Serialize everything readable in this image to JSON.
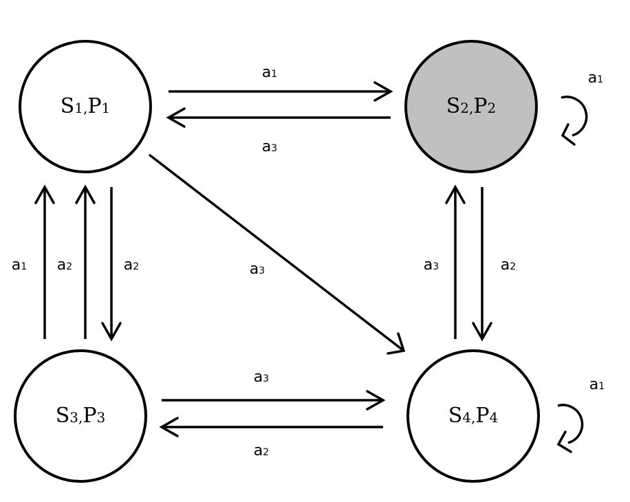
{
  "colors": {
    "node_fill": "#ffffff",
    "highlight_fill": "#c0c0c0",
    "stroke": "#000000"
  },
  "nodes": [
    {
      "id": "n1",
      "s_base": "S",
      "s_sub": "1,",
      "p_base": "P",
      "p_sub": "1",
      "highlighted": false
    },
    {
      "id": "n2",
      "s_base": "S",
      "s_sub": "2,",
      "p_base": "P",
      "p_sub": "2",
      "highlighted": true
    },
    {
      "id": "n3",
      "s_base": "S",
      "s_sub": "3,",
      "p_base": "P",
      "p_sub": "3",
      "highlighted": false
    },
    {
      "id": "n4",
      "s_base": "S",
      "s_sub": "4,",
      "p_base": "P",
      "p_sub": "4",
      "highlighted": false
    }
  ],
  "edges": [
    {
      "from": "n1",
      "to": "n2",
      "base": "a",
      "sub": "1"
    },
    {
      "from": "n2",
      "to": "n1",
      "base": "a",
      "sub": "3"
    },
    {
      "from": "n2",
      "to": "n2",
      "base": "a",
      "sub": "1"
    },
    {
      "from": "n1",
      "to": "n4",
      "base": "a",
      "sub": "3"
    },
    {
      "from": "n3",
      "to": "n1",
      "base": "a",
      "sub": "1"
    },
    {
      "from": "n3",
      "to": "n1",
      "base": "a",
      "sub": "2"
    },
    {
      "from": "n1",
      "to": "n3",
      "base": "a",
      "sub": "2"
    },
    {
      "from": "n4",
      "to": "n2",
      "base": "a",
      "sub": "3"
    },
    {
      "from": "n2",
      "to": "n4",
      "base": "a",
      "sub": "2"
    },
    {
      "from": "n3",
      "to": "n4",
      "base": "a",
      "sub": "3"
    },
    {
      "from": "n4",
      "to": "n3",
      "base": "a",
      "sub": "2"
    },
    {
      "from": "n4",
      "to": "n4",
      "base": "a",
      "sub": "1"
    }
  ]
}
